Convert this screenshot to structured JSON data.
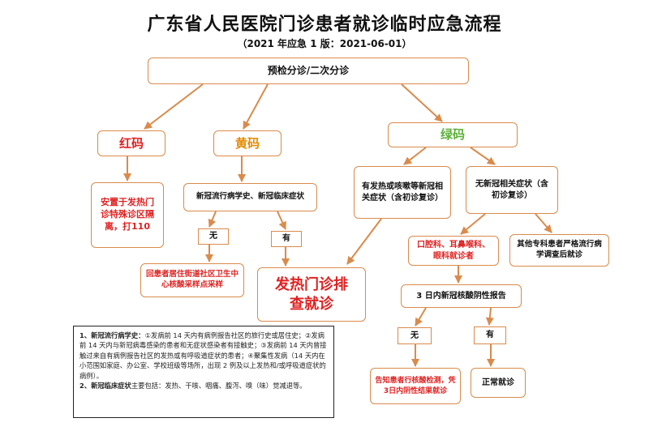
{
  "title": "广东省人民医院门诊患者就诊临时应急流程",
  "subtitle": "（2021 年应急 1 版：2021-06-01）",
  "nodes": {
    "triage": "预检分诊/二次分诊",
    "red_code": "红码",
    "yellow_code": "黄码",
    "green_code": "绿码",
    "red_action": "安置于发热门诊特殊诊区隔离，打110",
    "yellow_check": "新冠流行病学史、新冠临床症状",
    "yellow_no": "无",
    "yellow_yes": "有",
    "yellow_no_action": "回患者居住街道社区卫生中心核酸采样点采样",
    "fever_clinic": "发热门诊排查就诊",
    "green_symptoms": "有发热或咳嗽等新冠相关症状（含初诊复诊）",
    "green_no_symptoms": "无新冠相关症状（含初诊复诊）",
    "oral_ent": "口腔科、耳鼻喉科、眼科就诊者",
    "other_specialty": "其他专科患者严格流行病学调查后就诊",
    "test_3day": "3 日内新冠核酸阴性报告",
    "test_no": "无",
    "test_yes": "有",
    "test_no_action": "告知患者行核酸检测，凭3日内阴性结果就诊",
    "normal_visit": "正常就诊"
  },
  "notes": {
    "item1_label": "1、新冠流行病学史：",
    "item1_text": "①发病前 14 天内有病例报告社区的旅行史或居住史；②发病前 14 天内与新冠病毒感染的患者和无症状感染者有接触史；③发病前 14 天内曾接触过来自有病例报告社区的发热或有呼吸道症状的患者；④聚集性发病（14 天内在小范围如家庭、办公室、学校班级等场所，出现 2 例及以上发热和/或呼吸道症状的病例）。",
    "item2_label": "2、新冠临床症状",
    "item2_text": "主要包括：发热、干咳、咽痛、腹泻、嗅（味）觉减退等。"
  },
  "colors": {
    "border": "#d98b4c",
    "arrow": "#d98b4c",
    "red_text": "#e02020",
    "yellow_text": "#e58a00",
    "green_text": "#5cb03a"
  }
}
